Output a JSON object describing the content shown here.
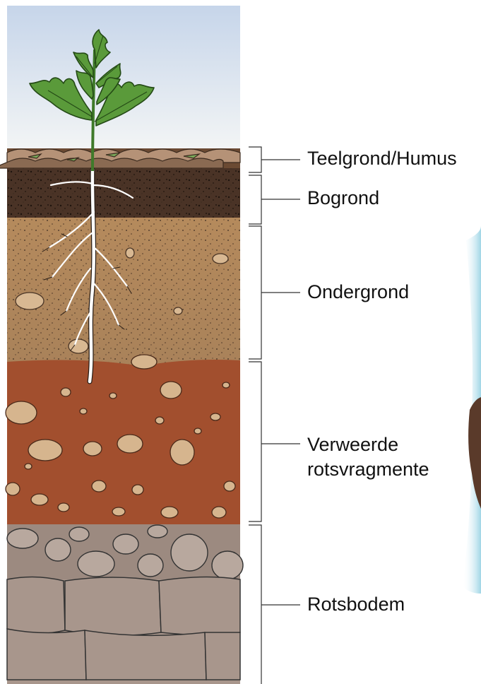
{
  "diagram": {
    "layers": [
      {
        "id": "topsoil",
        "label": "Teelgrond/Humus",
        "color": "#6b4a33"
      },
      {
        "id": "subsoil",
        "label": "Bogrond",
        "color": "#4a3326"
      },
      {
        "id": "substratum",
        "label": "Ondergrond",
        "color": "#b58a5c"
      },
      {
        "id": "weathered",
        "label": "Verweerde\nrotsvragmente",
        "label_line1": "Verweerde",
        "label_line2": "rotsvragmente",
        "color": "#a24f2e"
      },
      {
        "id": "bedrock",
        "label": "Rotsbodem",
        "color": "#a8968c"
      }
    ],
    "colors": {
      "sky_top": "#c7d6ea",
      "sky_bottom": "#f4f6f6",
      "leaf": "#5a9a3a",
      "leaf_dark": "#2e5a1c",
      "root": "#ffffff",
      "pebble": "#d8b892",
      "outline": "#333333"
    }
  }
}
